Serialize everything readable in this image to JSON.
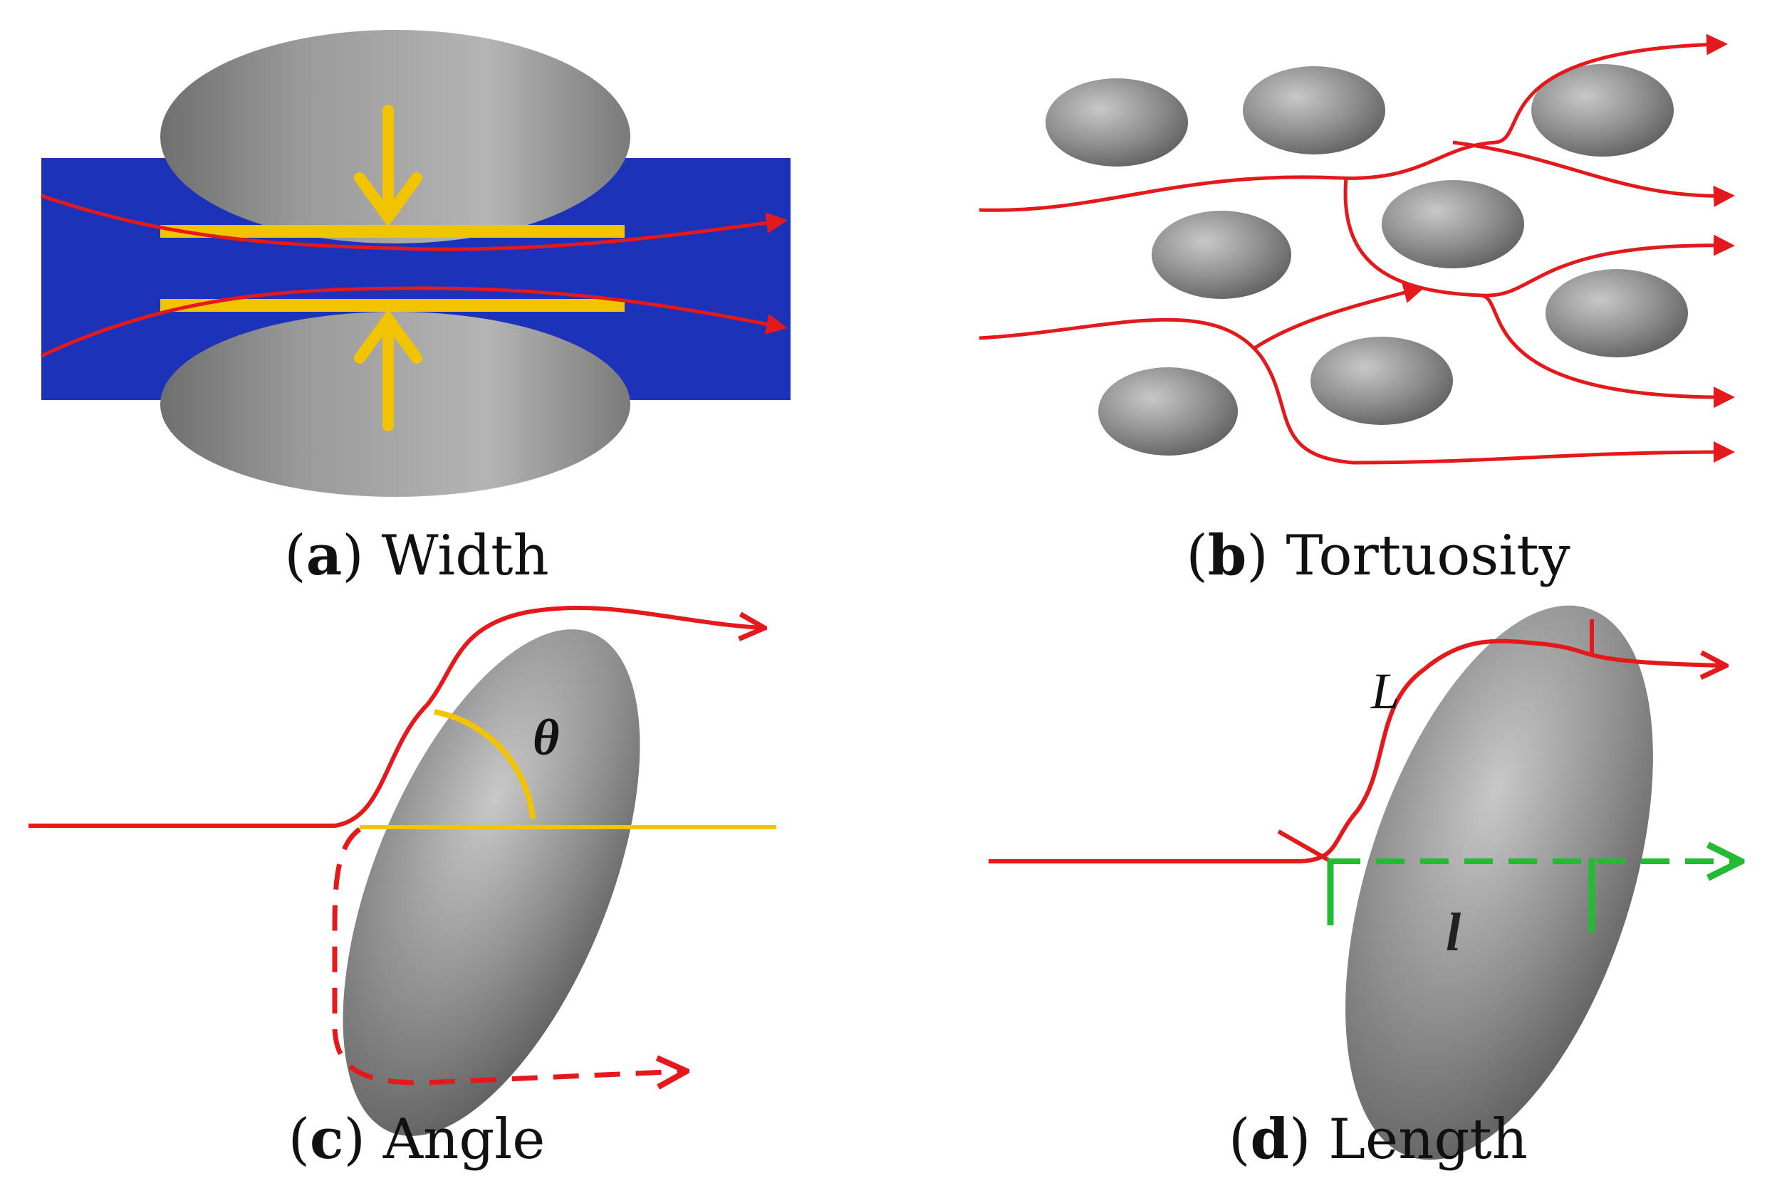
{
  "panels": {
    "a": {
      "letter": "a",
      "name": "Width"
    },
    "b": {
      "letter": "b",
      "name": "Tortuosity"
    },
    "c": {
      "letter": "c",
      "name": "Angle",
      "symbol": "θ"
    },
    "d": {
      "letter": "d",
      "name": "Length",
      "symbol_long": "L",
      "symbol_short": "l"
    }
  },
  "colors": {
    "particle": "#8a8a8a",
    "channel": "#1c32b8",
    "flow": "#e3191b",
    "measure": "#f2c400",
    "straight_path": "#22bb33"
  }
}
